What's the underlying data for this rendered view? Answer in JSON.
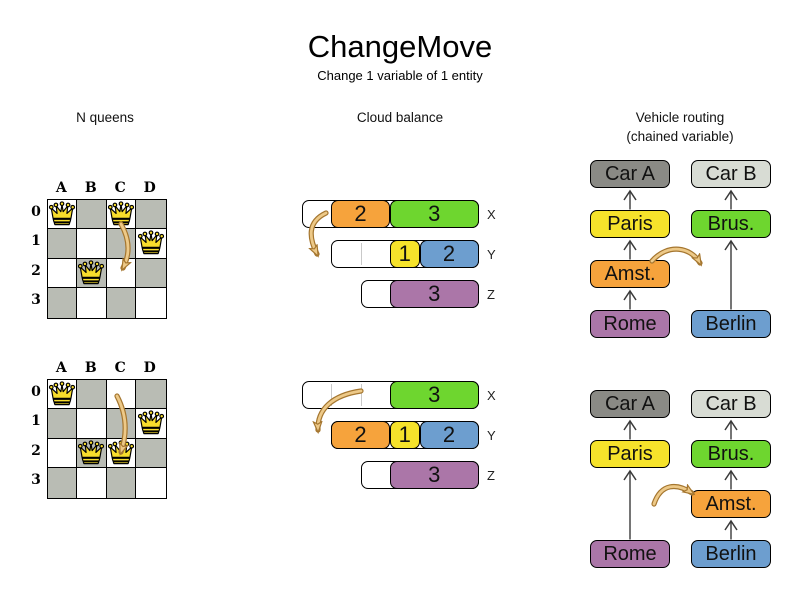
{
  "title": "ChangeMove",
  "subtitle": "Change 1 variable of 1 entity",
  "sections": {
    "nqueens": {
      "heading": "N queens"
    },
    "cloud": {
      "heading": "Cloud balance"
    },
    "vrp": {
      "heading_line1": "Vehicle routing",
      "heading_line2": "(chained variable)"
    }
  },
  "colors": {
    "board_dark": "#b9bcb4",
    "board_light": "#ffffff",
    "queen_fill": "#f8dd2c",
    "move_arrow_fill": "#edc988",
    "move_arrow_outline": "#a5762f",
    "connector_line": "#3a3a3a",
    "orange": "#f6a33c",
    "green": "#6ed62f",
    "yellow": "#f6e32b",
    "blue": "#6d9ecf",
    "purple": "#ab76a8",
    "car_a_gray": "#8a8a85",
    "car_b_gray": "#d8dcd4"
  },
  "nqueens": {
    "col_labels": [
      "A",
      "B",
      "C",
      "D"
    ],
    "row_labels": [
      "0",
      "1",
      "2",
      "3"
    ],
    "boards": [
      {
        "id": "before",
        "queens": [
          "A0",
          "C0",
          "D1",
          "B2"
        ],
        "move": "C0 to C2"
      },
      {
        "id": "after",
        "queens": [
          "A0",
          "D1",
          "B2",
          "C2"
        ],
        "move": "C0 to C2"
      }
    ]
  },
  "cloud": {
    "computer_labels": [
      "X",
      "Y",
      "Z"
    ],
    "states": [
      {
        "id": "before",
        "rows": [
          {
            "label": "X",
            "capacity_units": 6,
            "blocks": [
              {
                "value": "2",
                "color": "orange",
                "units": 2
              },
              {
                "value": "3",
                "color": "green",
                "units": 3
              }
            ]
          },
          {
            "label": "Y",
            "capacity_units": 5,
            "blocks": [
              {
                "value": "1",
                "color": "yellow",
                "units": 1
              },
              {
                "value": "2",
                "color": "blue",
                "units": 2
              }
            ]
          },
          {
            "label": "Z",
            "capacity_units": 4,
            "blocks": [
              {
                "value": "3",
                "color": "purple",
                "units": 3
              }
            ]
          }
        ]
      },
      {
        "id": "after",
        "rows": [
          {
            "label": "X",
            "capacity_units": 6,
            "blocks": [
              {
                "value": "3",
                "color": "green",
                "units": 3
              }
            ]
          },
          {
            "label": "Y",
            "capacity_units": 5,
            "blocks": [
              {
                "value": "2",
                "color": "orange",
                "units": 2
              },
              {
                "value": "1",
                "color": "yellow",
                "units": 1
              },
              {
                "value": "2",
                "color": "blue",
                "units": 2
              }
            ]
          },
          {
            "label": "Z",
            "capacity_units": 4,
            "blocks": [
              {
                "value": "3",
                "color": "purple",
                "units": 3
              }
            ]
          }
        ]
      }
    ]
  },
  "vrp": {
    "states": [
      {
        "id": "before",
        "chains": [
          {
            "nodes": [
              {
                "label": "Car A",
                "color": "car_a_gray",
                "row": 0
              },
              {
                "label": "Paris",
                "color": "yellow",
                "row": 1
              },
              {
                "label": "Amst.",
                "color": "orange",
                "row": 2
              },
              {
                "label": "Rome",
                "color": "purple",
                "row": 3
              }
            ]
          },
          {
            "nodes": [
              {
                "label": "Car B",
                "color": "car_b_gray",
                "row": 0
              },
              {
                "label": "Brus.",
                "color": "green",
                "row": 1
              },
              {
                "label": "Berlin",
                "color": "blue",
                "row": 3
              }
            ]
          }
        ]
      },
      {
        "id": "after",
        "chains": [
          {
            "nodes": [
              {
                "label": "Car A",
                "color": "car_a_gray",
                "row": 0
              },
              {
                "label": "Paris",
                "color": "yellow",
                "row": 1
              },
              {
                "label": "Rome",
                "color": "purple",
                "row": 3
              }
            ]
          },
          {
            "nodes": [
              {
                "label": "Car B",
                "color": "car_b_gray",
                "row": 0
              },
              {
                "label": "Brus.",
                "color": "green",
                "row": 1
              },
              {
                "label": "Amst.",
                "color": "orange",
                "row": 2
              },
              {
                "label": "Berlin",
                "color": "blue",
                "row": 3
              }
            ]
          }
        ]
      }
    ]
  }
}
